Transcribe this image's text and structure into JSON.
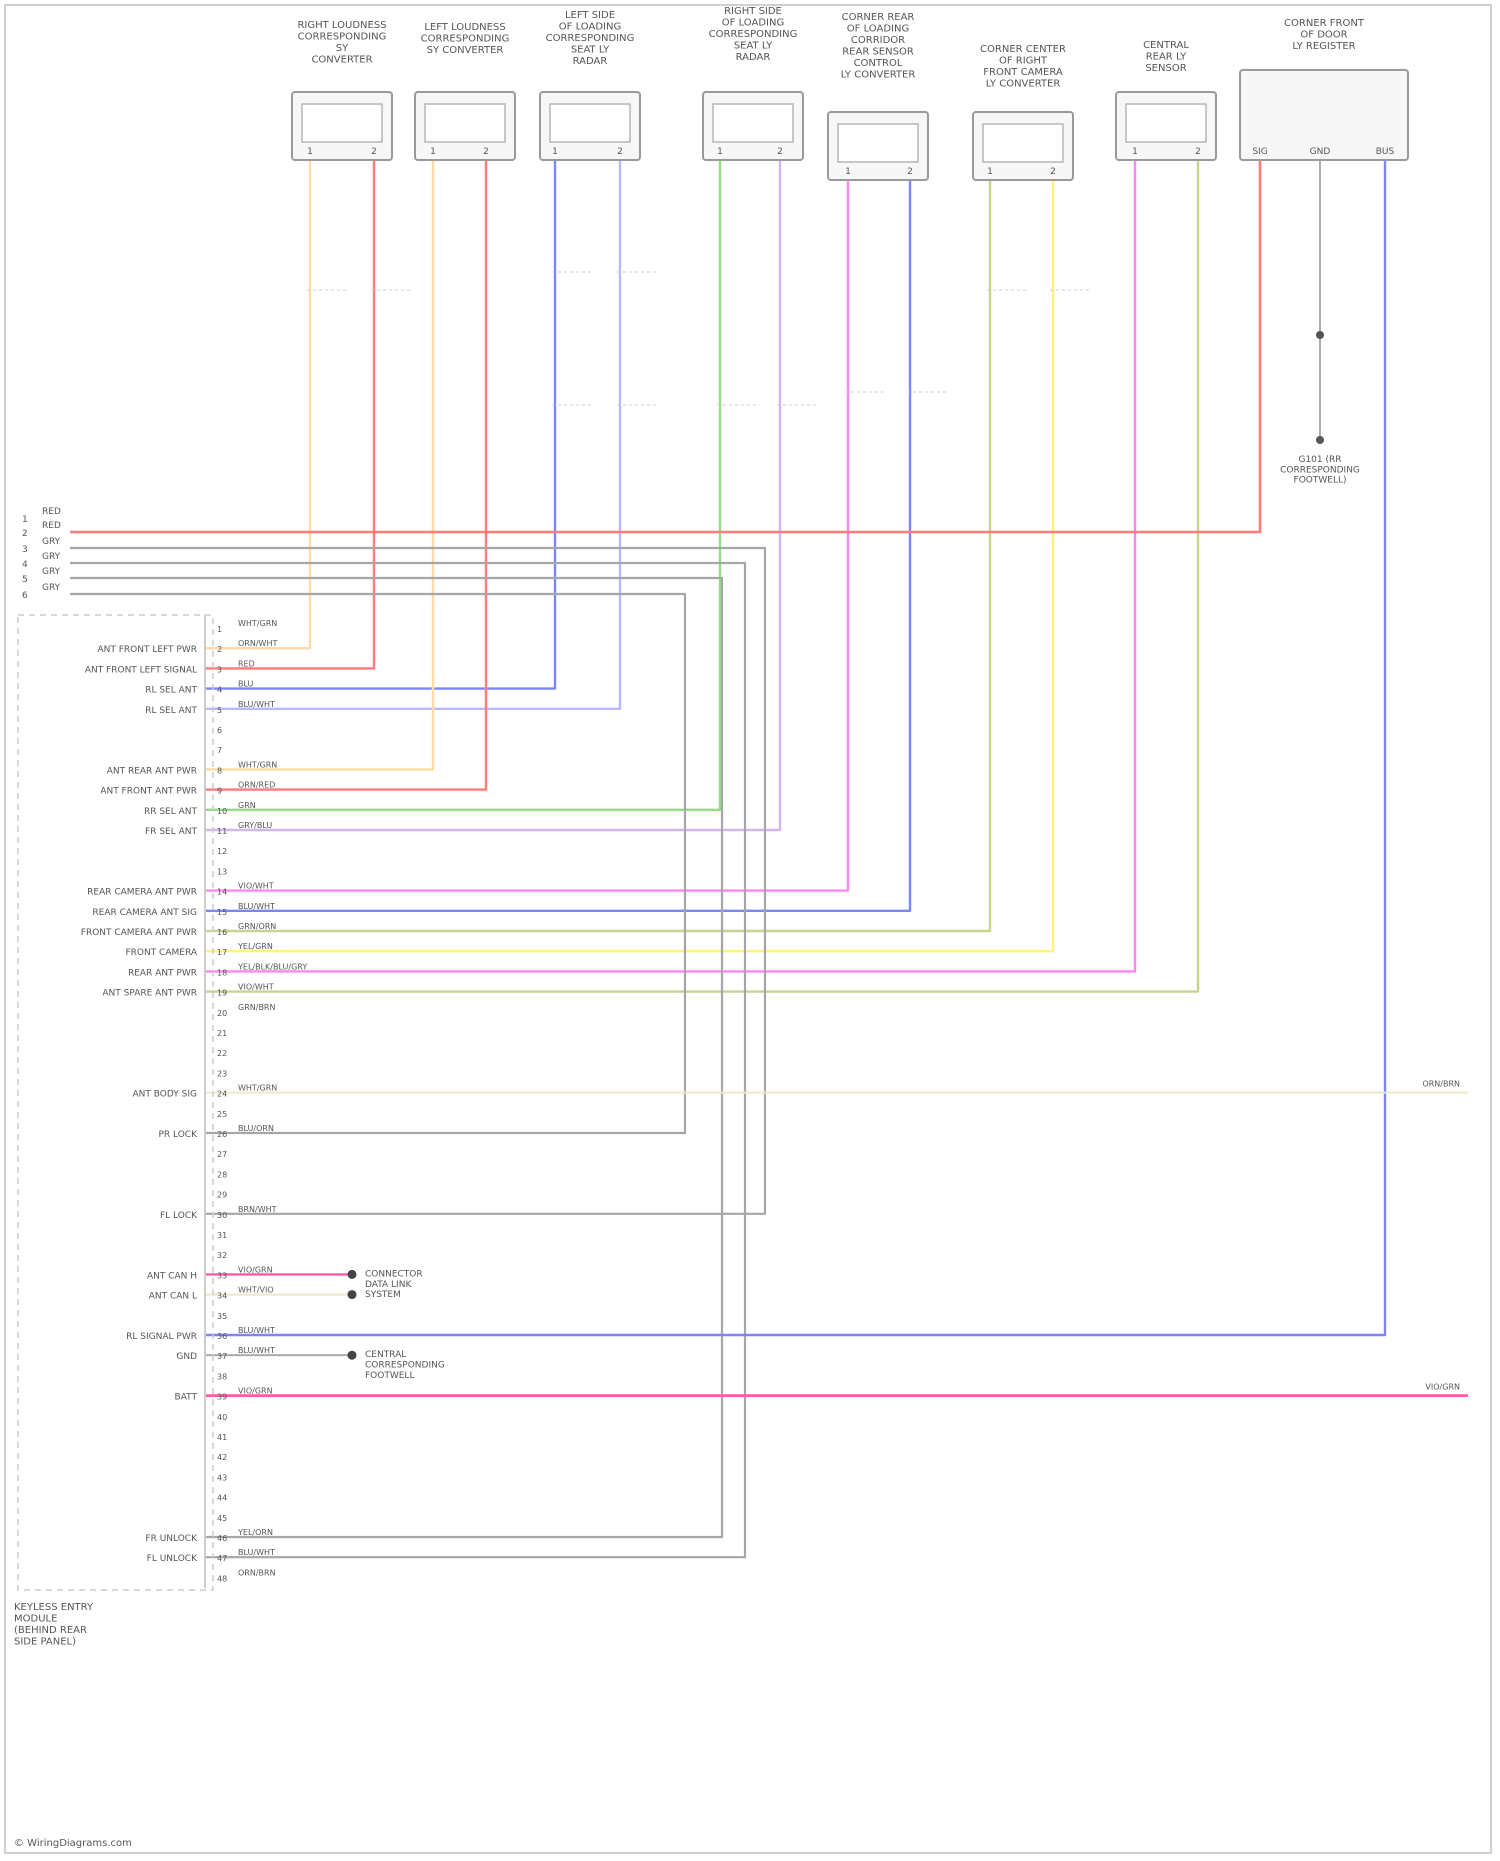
{
  "diagram": {
    "connectors": [
      {
        "id": "c1",
        "title": "RIGHT LOUDNESS\nCORRESPONDING\nSY\nCONVERTER",
        "pins": [
          "1",
          "2"
        ]
      },
      {
        "id": "c2",
        "title": "LEFT LOUDNESS\nCORRESPONDING\nSY CONVERTER",
        "pins": [
          "1",
          "2"
        ]
      },
      {
        "id": "c3",
        "title": "LEFT SIDE\nOF LOADING\nCORRESPONDING\nSEAT LY\nRADAR",
        "pins": [
          "1",
          "2"
        ]
      },
      {
        "id": "c4",
        "title": "RIGHT SIDE\nOF LOADING\nCORRESPONDING\nSEAT LY\nRADAR",
        "pins": [
          "1",
          "2"
        ]
      },
      {
        "id": "c5",
        "title": "CORNER REAR\nOF LOADING\nCORRIDOR\nREAR SENSOR\nCONTROL\nLY CONVERTER",
        "pins": [
          "1",
          "2"
        ]
      },
      {
        "id": "c6",
        "title": "CORNER CENTER\nOF RIGHT\nFRONT CAMERA\nLY CONVERTER",
        "pins": [
          "1",
          "2"
        ]
      },
      {
        "id": "c7",
        "title": "CENTRAL\nREAR LY\nSENSOR",
        "pins": [
          "1",
          "2"
        ]
      },
      {
        "id": "c8",
        "title": "CORNER FRONT\nOF DOOR\nLY REGISTER",
        "pins": [
          "SIG",
          "GND",
          "BUS"
        ]
      }
    ],
    "bus_lines": [
      {
        "num": "1",
        "label": "RED"
      },
      {
        "num": "2",
        "label": "RED"
      },
      {
        "num": "3",
        "label": "GRY"
      },
      {
        "num": "4",
        "label": "GRY"
      },
      {
        "num": "5",
        "label": "GRY"
      },
      {
        "num": "6",
        "label": "GRY"
      }
    ],
    "module_pins": [
      {
        "num": "1",
        "func": "",
        "wire": "WHT/GRN"
      },
      {
        "num": "2",
        "func": "ANT FRONT LEFT PWR",
        "wire": "ORN/WHT"
      },
      {
        "num": "3",
        "func": "ANT FRONT LEFT SIGNAL",
        "wire": "RED"
      },
      {
        "num": "4",
        "func": "RL SEL ANT",
        "wire": "BLU"
      },
      {
        "num": "5",
        "func": "RL SEL ANT",
        "wire": "BLU/WHT"
      },
      {
        "num": "6",
        "func": "",
        "wire": ""
      },
      {
        "num": "7",
        "func": "",
        "wire": ""
      },
      {
        "num": "8",
        "func": "ANT REAR ANT PWR",
        "wire": "WHT/GRN"
      },
      {
        "num": "9",
        "func": "ANT FRONT ANT PWR",
        "wire": "ORN/RED"
      },
      {
        "num": "10",
        "func": "RR SEL ANT",
        "wire": "GRN"
      },
      {
        "num": "11",
        "func": "FR SEL ANT",
        "wire": "GRY/BLU"
      },
      {
        "num": "12",
        "func": "",
        "wire": ""
      },
      {
        "num": "13",
        "func": "",
        "wire": ""
      },
      {
        "num": "14",
        "func": "REAR CAMERA ANT PWR",
        "wire": "VIO/WHT"
      },
      {
        "num": "15",
        "func": "REAR CAMERA ANT SIG",
        "wire": "BLU/WHT"
      },
      {
        "num": "16",
        "func": "FRONT CAMERA ANT PWR",
        "wire": "GRN/ORN"
      },
      {
        "num": "17",
        "func": "FRONT CAMERA",
        "wire": "YEL/GRN"
      },
      {
        "num": "18",
        "func": "REAR ANT PWR",
        "wire": "YEL/BLK/BLU/GRY"
      },
      {
        "num": "19",
        "func": "ANT SPARE ANT PWR",
        "wire": "VIO/WHT"
      },
      {
        "num": "20",
        "func": "",
        "wire": "GRN/BRN"
      },
      {
        "num": "21",
        "func": "",
        "wire": ""
      },
      {
        "num": "22",
        "func": "",
        "wire": ""
      },
      {
        "num": "23",
        "func": "",
        "wire": ""
      },
      {
        "num": "24",
        "func": "ANT BODY SIG",
        "wire": "WHT/GRN"
      },
      {
        "num": "25",
        "func": "",
        "wire": ""
      },
      {
        "num": "26",
        "func": "PR LOCK",
        "wire": "BLU/ORN"
      },
      {
        "num": "27",
        "func": "",
        "wire": ""
      },
      {
        "num": "28",
        "func": "",
        "wire": ""
      },
      {
        "num": "29",
        "func": "",
        "wire": ""
      },
      {
        "num": "30",
        "func": "FL LOCK",
        "wire": "BRN/WHT"
      },
      {
        "num": "31",
        "func": "",
        "wire": ""
      },
      {
        "num": "32",
        "func": "",
        "wire": ""
      },
      {
        "num": "33",
        "func": "ANT CAN H",
        "wire": "VIO/GRN"
      },
      {
        "num": "34",
        "func": "ANT CAN L",
        "wire": "WHT/VIO"
      },
      {
        "num": "35",
        "func": "",
        "wire": ""
      },
      {
        "num": "36",
        "func": "RL SIGNAL PWR",
        "wire": "BLU/WHT"
      },
      {
        "num": "37",
        "func": "GND",
        "wire": "BLU/WHT"
      },
      {
        "num": "38",
        "func": "",
        "wire": ""
      },
      {
        "num": "39",
        "func": "BATT",
        "wire": "VIO/GRN"
      },
      {
        "num": "40",
        "func": "",
        "wire": ""
      },
      {
        "num": "41",
        "func": "",
        "wire": ""
      },
      {
        "num": "42",
        "func": "",
        "wire": ""
      },
      {
        "num": "43",
        "func": "",
        "wire": ""
      },
      {
        "num": "44",
        "func": "",
        "wire": ""
      },
      {
        "num": "45",
        "func": "",
        "wire": ""
      },
      {
        "num": "46",
        "func": "FR UNLOCK",
        "wire": "YEL/ORN"
      },
      {
        "num": "47",
        "func": "FL UNLOCK",
        "wire": "BLU/WHT"
      },
      {
        "num": "48",
        "func": "",
        "wire": "ORN/BRN"
      }
    ],
    "module_title": "KEYLESS ENTRY\nMODULE\n(BEHIND REAR\nSIDE PANEL)",
    "ground_note": "G101 (RR\nCORRESPONDING\nFOOTWELL)",
    "connector_notes": [
      {
        "text": "CONNECTOR\nDATA LINK\nSYSTEM"
      },
      {
        "text": "CENTRAL\nCORRESPONDING\nFOOTWELL"
      }
    ],
    "right_labels": [
      {
        "text": "ORN/BRN"
      },
      {
        "text": "VIO/GRN"
      }
    ],
    "footer": "© WiringDiagrams.com",
    "colors": {
      "red": "#ff7a7a",
      "orange": "#ffd9a6",
      "blue": "#7a85ff",
      "green": "#94dd86",
      "pink": "#ff86f0",
      "yellow": "#fff17a",
      "olive": "#c7d48e",
      "violet": "#b8b8ff",
      "gray": "#a6a6a6",
      "cream": "#eee9cc",
      "magenta": "#ff5aa6",
      "lavender": "#d2b6f3"
    }
  }
}
